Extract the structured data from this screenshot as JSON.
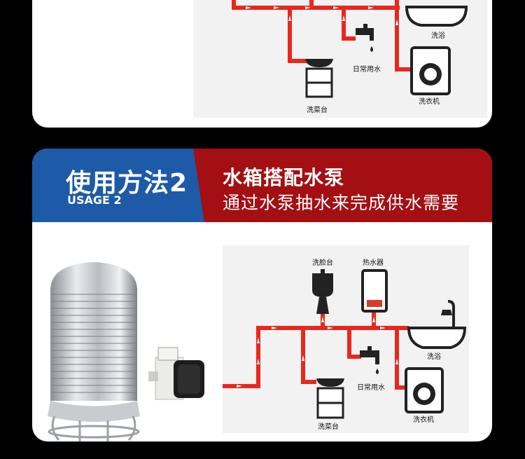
{
  "section1": {
    "labels": {
      "bath": "洗浴",
      "tap": "日常用水",
      "sink": "洗菜台",
      "washer": "洗衣机"
    }
  },
  "section2": {
    "title": "使用方法2",
    "subtitle": "USAGE 2",
    "heading": "水箱搭配水泵",
    "description": "通过水泵抽水来完成供水需要",
    "labels": {
      "basin": "洗脸台",
      "heater": "热水器",
      "bath": "洗浴",
      "tap": "日常用水",
      "sink": "洗菜台",
      "washer": "洗衣机"
    }
  },
  "colors": {
    "pipe": "#e8271f",
    "banner_blue": "#1d5aa8",
    "banner_red": "#a30f12"
  }
}
